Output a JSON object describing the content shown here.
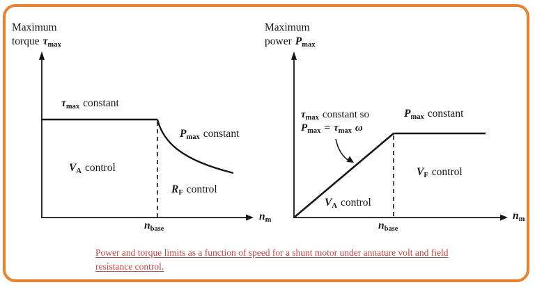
{
  "colors": {
    "frame_border": "#e8822e",
    "caption_text": "#c24440",
    "diagram_ink": "#161616"
  },
  "left_chart": {
    "title_line1": "Maximum",
    "title_line2_word": "torque",
    "y_symbol": "τ",
    "y_symbol_sub": "max",
    "flat_sym": "τ",
    "flat_sub": "max",
    "flat_rest": "constant",
    "curve_sym": "P",
    "curve_sub": "max",
    "curve_rest": "constant",
    "region1_sym": "V",
    "region1_sub": "A",
    "region1_rest": "control",
    "region2_sym": "R",
    "region2_sub": "F",
    "region2_rest": "control",
    "xbase_sym": "n",
    "xbase_sub": "base",
    "xaxis_sym": "n",
    "xaxis_sub": "m"
  },
  "right_chart": {
    "title_line1": "Maximum",
    "title_line2_word": "power",
    "y_symbol": "P",
    "y_symbol_sub": "max",
    "note_l1_sym": "τ",
    "note_l1_sub": "max",
    "note_l1_rest": "constant so",
    "note_l2_p": "P",
    "note_l2_psub": "max",
    "note_l2_eq": "=",
    "note_l2_tau": "τ",
    "note_l2_tausub": "max",
    "note_l2_omega": "ω",
    "flat_sym": "P",
    "flat_sub": "max",
    "flat_rest": "constant",
    "region1_sym": "V",
    "region1_sub": "A",
    "region1_rest": "control",
    "region2_sym": "V",
    "region2_sub": "F",
    "region2_rest": "control",
    "xbase_sym": "n",
    "xbase_sub": "base",
    "xaxis_sym": "n",
    "xaxis_sub": "m"
  },
  "caption": {
    "line1": "Power and torque limits as a function of speed for a shunt motor under annature volt and field",
    "line2": "resistance control."
  }
}
